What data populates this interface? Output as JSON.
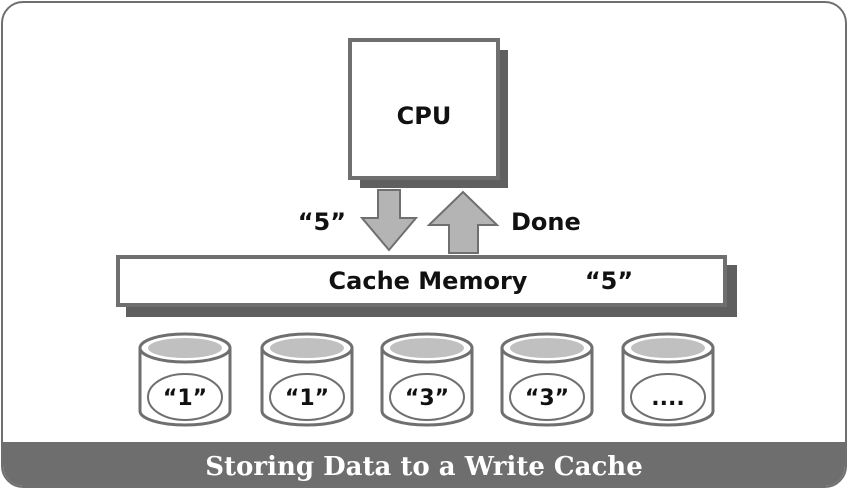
{
  "caption": "Storing Data to a Write Cache",
  "cpu": {
    "label": "CPU"
  },
  "arrows": {
    "down_label": "“5”",
    "up_label": "Done"
  },
  "cache": {
    "label": "Cache Memory",
    "value": "“5”"
  },
  "disks": [
    {
      "label": "“1”"
    },
    {
      "label": "“1”"
    },
    {
      "label": "“3”"
    },
    {
      "label": "“3”"
    },
    {
      "label": "...."
    }
  ],
  "colors": {
    "frame": "#6f6f6f",
    "shadow": "#5f5f5f",
    "arrow": "#b4b4b4",
    "disk_top": "#c0c0c0"
  }
}
